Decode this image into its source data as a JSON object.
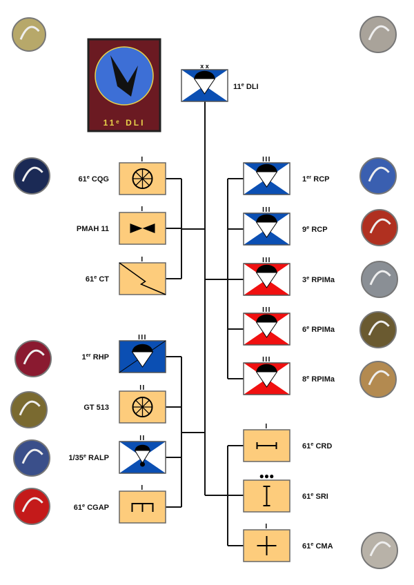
{
  "division": {
    "pre": "11",
    "sup": "e",
    "post": " DLI",
    "echelon": "x x",
    "symbol": "para-blue"
  },
  "patch": {
    "text": "11e DLI",
    "colors": {
      "border": "#6b1a22",
      "field": "#3d6fd6",
      "text": "#e8d24a"
    }
  },
  "colors": {
    "blue": "#0b4fb3",
    "red": "#f01010",
    "support": "#fdcc7c",
    "line": "#111111"
  },
  "left_top_units": [
    {
      "pre": "61",
      "sup": "e",
      "post": " CQG",
      "symbol": "wheel",
      "echelon": "I"
    },
    {
      "pre": "PMAH 11",
      "sup": "",
      "post": "",
      "symbol": "aviation",
      "echelon": "I"
    },
    {
      "pre": "61",
      "sup": "e",
      "post": " CT",
      "symbol": "signal",
      "echelon": "I"
    }
  ],
  "right_top_units": [
    {
      "pre": "1",
      "sup": "er",
      "post": " RCP",
      "symbol": "para-blue",
      "echelon": "III"
    },
    {
      "pre": "9",
      "sup": "e",
      "post": " RCP",
      "symbol": "para-blue",
      "echelon": "III"
    },
    {
      "pre": "3",
      "sup": "e",
      "post": " RPIMa",
      "symbol": "para-red",
      "echelon": "III"
    },
    {
      "pre": "6",
      "sup": "e",
      "post": " RPIMa",
      "symbol": "para-red",
      "echelon": "III"
    },
    {
      "pre": "8",
      "sup": "e",
      "post": " RPIMa",
      "symbol": "para-red",
      "echelon": "III"
    }
  ],
  "left_bottom_units": [
    {
      "pre": "1",
      "sup": "er",
      "post": " RHP",
      "symbol": "cavalry",
      "echelon": "III"
    },
    {
      "pre": "GT 513",
      "sup": "",
      "post": "",
      "symbol": "wheel",
      "echelon": "II"
    },
    {
      "pre": "1/35",
      "sup": "e",
      "post": " RALP",
      "symbol": "artillery",
      "echelon": "II"
    },
    {
      "pre": "61",
      "sup": "e",
      "post": " CGAP",
      "symbol": "maintenance",
      "echelon": "I"
    }
  ],
  "right_bottom_units": [
    {
      "pre": "61",
      "sup": "e",
      "post": " CRD",
      "symbol": "recon",
      "echelon": "I"
    },
    {
      "pre": "61",
      "sup": "e",
      "post": " SRI",
      "symbol": "intel",
      "echelon": "●●●"
    },
    {
      "pre": "61",
      "sup": "e",
      "post": " CMA",
      "symbol": "medical",
      "echelon": "I"
    }
  ]
}
